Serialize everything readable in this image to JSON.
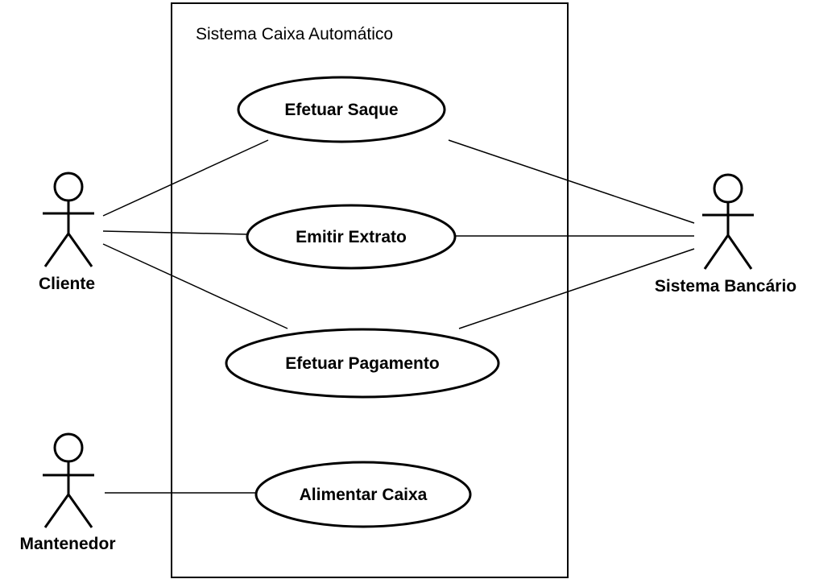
{
  "system": {
    "title": "Sistema Caixa Automático"
  },
  "actors": {
    "cliente": "Cliente",
    "sistema_bancario": "Sistema Bancário",
    "mantenedor": "Mantenedor"
  },
  "use_cases": {
    "efetuar_saque": "Efetuar Saque",
    "emitir_extrato": "Emitir Extrato",
    "efetuar_pagamento": "Efetuar Pagamento",
    "alimentar_caixa": "Alimentar Caixa"
  },
  "colors": {
    "line": "#000000",
    "background": "#ffffff"
  }
}
